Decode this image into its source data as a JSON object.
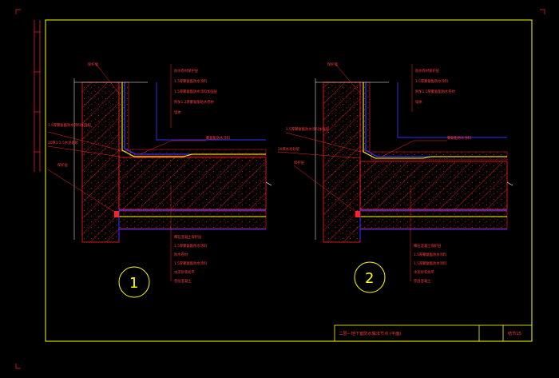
{
  "drawing": {
    "colors": {
      "background": "#000000",
      "frame": "#ffff00",
      "concrete": "#ff2222",
      "membrane_blue": "#3030ff",
      "membrane_yellow": "#ffff00",
      "text": "#ff3b3b"
    },
    "detail_1": {
      "number": "1",
      "upper_labels": [
        "保护墙",
        "防水卷材保护层",
        "1.5厚聚氨酯防水涂料",
        "1.5厚聚氨酯防水涂料加强层",
        "附加1.2厚聚氨酯防水卷材",
        "墙体"
      ],
      "left_labels": [
        "1.5厚聚氨酯防水涂料加强层",
        "20厚1:2.5水泥砂浆",
        "保护层"
      ],
      "callout_label": "聚氨酯防水涂料",
      "lower_labels": [
        "细石混凝土保护层",
        "1.5厚聚氨酯防水涂料",
        "防水卷材",
        "1.5厚聚氨酯防水涂料",
        "水泥砂浆找平",
        "垫层混凝土"
      ]
    },
    "detail_2": {
      "number": "2",
      "upper_labels": [
        "保护墙",
        "防水卷材保护层",
        "1.5厚聚氨酯防水涂料",
        "附加1.2厚聚氨酯防水卷材",
        "墙体"
      ],
      "left_labels": [
        "1.5厚聚氨酯防水涂料加强层",
        "20厚水泥砂浆",
        "保护层"
      ],
      "callout_label": "聚氨酯防水涂料",
      "lower_labels": [
        "细石混凝土保护层",
        "1.5厚聚氨酯防水涂料",
        "1.5厚聚氨酯防水涂料",
        "水泥砂浆找平",
        "垫层混凝土"
      ]
    },
    "title_block": {
      "title": "二层—地下室防水做法节点 (平面)",
      "sheet_no": "结节15"
    }
  }
}
